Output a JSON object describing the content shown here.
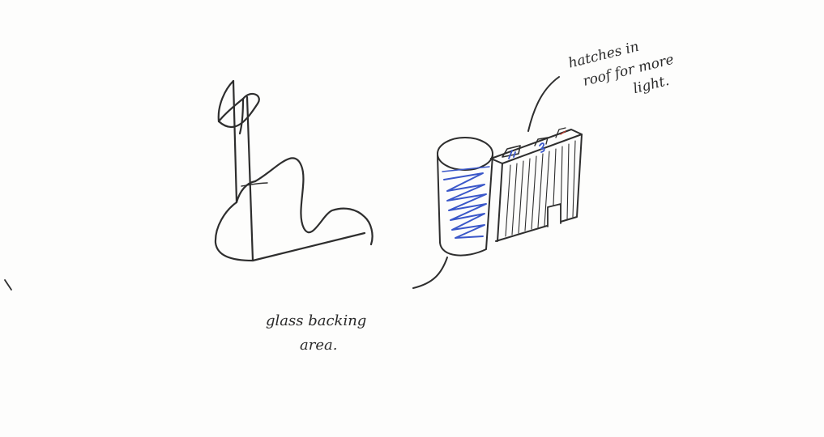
{
  "annotations": {
    "roof_note": {
      "line1": "hatches in",
      "line2": "roof for more",
      "line3": "light."
    },
    "glass_note": {
      "line1": "glass backing",
      "line2": "area."
    }
  },
  "colors": {
    "pencil": "#2e2e2e",
    "blue_ink": "#3a57c9",
    "paper": "#fdfdfc"
  }
}
